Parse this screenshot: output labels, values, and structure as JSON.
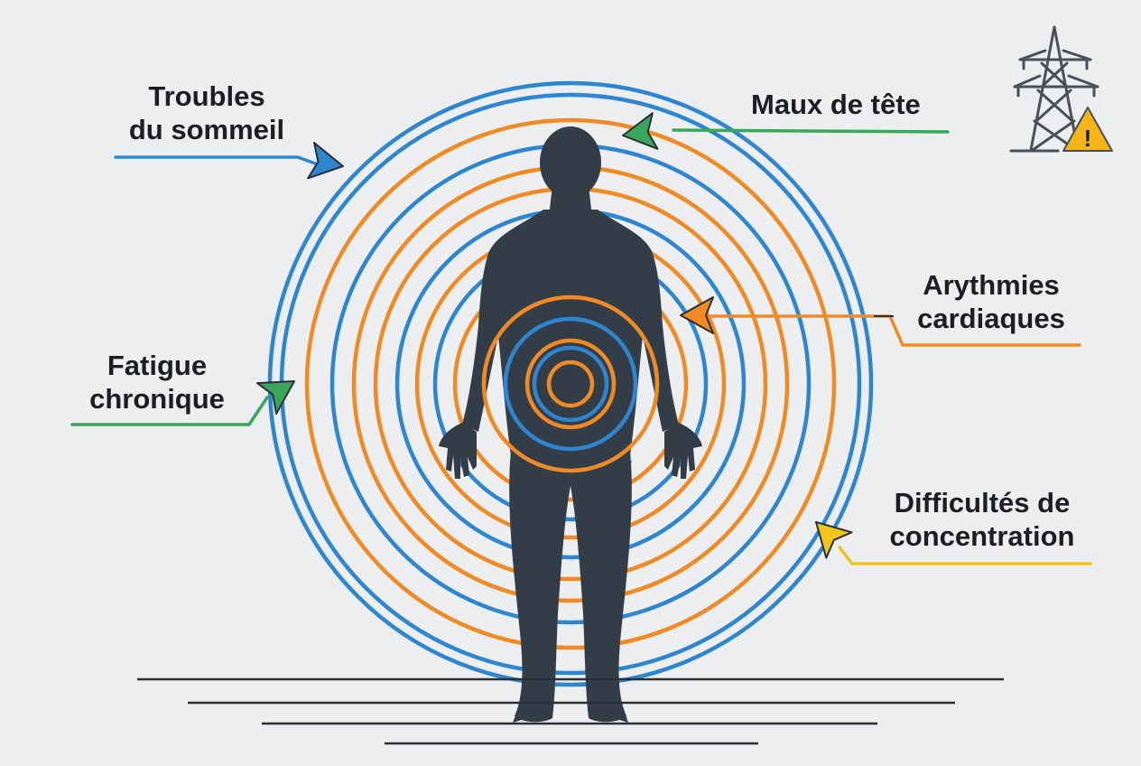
{
  "colors": {
    "background": "#eceef0",
    "orange": "#f08a24",
    "blue": "#2f86d0",
    "green": "#3aa65a",
    "yellow": "#f2c318",
    "silhouette": "#323d48",
    "ground": "#2a2f36",
    "pylon": "#4a5058",
    "warning": "#f4b41a"
  },
  "icons": {
    "pylon": "power-pylon-icon",
    "warning": "warning-triangle-icon",
    "warning_glyph": "!"
  },
  "labels": {
    "sleep": {
      "line1": "Troubles",
      "line2": "du sommeil"
    },
    "headache": {
      "line1": "Maux de tête"
    },
    "arrhythmia": {
      "line1": "Arythmies",
      "line2": "cardiaques"
    },
    "fatigue": {
      "line1": "Fatigue",
      "line2": "chronique"
    },
    "concentration": {
      "line1": "Difficultés de",
      "line2": "concentration"
    }
  }
}
